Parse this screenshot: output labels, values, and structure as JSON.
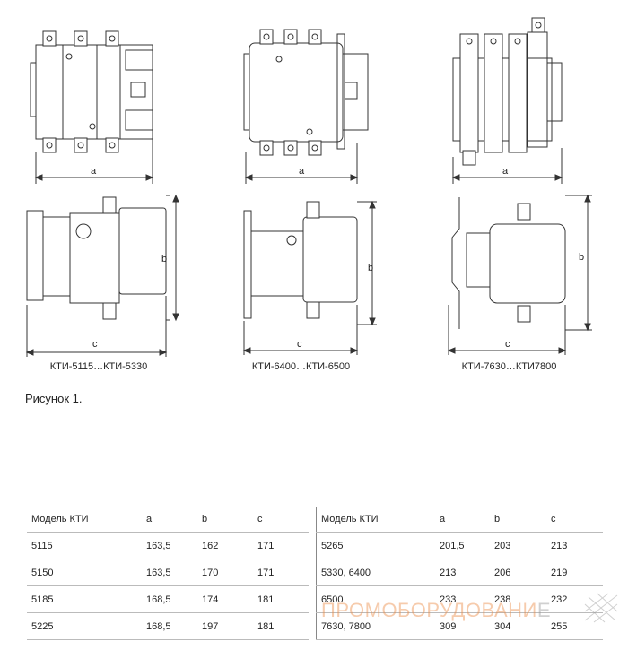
{
  "captions": [
    "КТИ-5115…КТИ-5330",
    "КТИ-6400…КТИ-6500",
    "КТИ-7630…КТИ7800"
  ],
  "dimension_labels": {
    "a": "a",
    "b": "b",
    "c": "c"
  },
  "figure_label": "Рисунок 1.",
  "table": {
    "left": {
      "headers": [
        "Модель КТИ",
        "a",
        "b",
        "c"
      ],
      "rows": [
        [
          "5115",
          "163,5",
          "162",
          "171"
        ],
        [
          "5150",
          "163,5",
          "170",
          "171"
        ],
        [
          "5185",
          "168,5",
          "174",
          "181"
        ],
        [
          "5225",
          "168,5",
          "197",
          "181"
        ]
      ]
    },
    "right": {
      "headers": [
        "Модель КТИ",
        "a",
        "b",
        "c"
      ],
      "rows": [
        [
          "5265",
          "201,5",
          "203",
          "213"
        ],
        [
          "5330, 6400",
          "213",
          "206",
          "219"
        ],
        [
          "6500",
          "233",
          "238",
          "232"
        ],
        [
          "7630, 7800",
          "309",
          "304",
          "255"
        ]
      ]
    }
  },
  "watermark": {
    "main": "ПРОМОБОРУДОВАНИ",
    "tail": "Е"
  }
}
